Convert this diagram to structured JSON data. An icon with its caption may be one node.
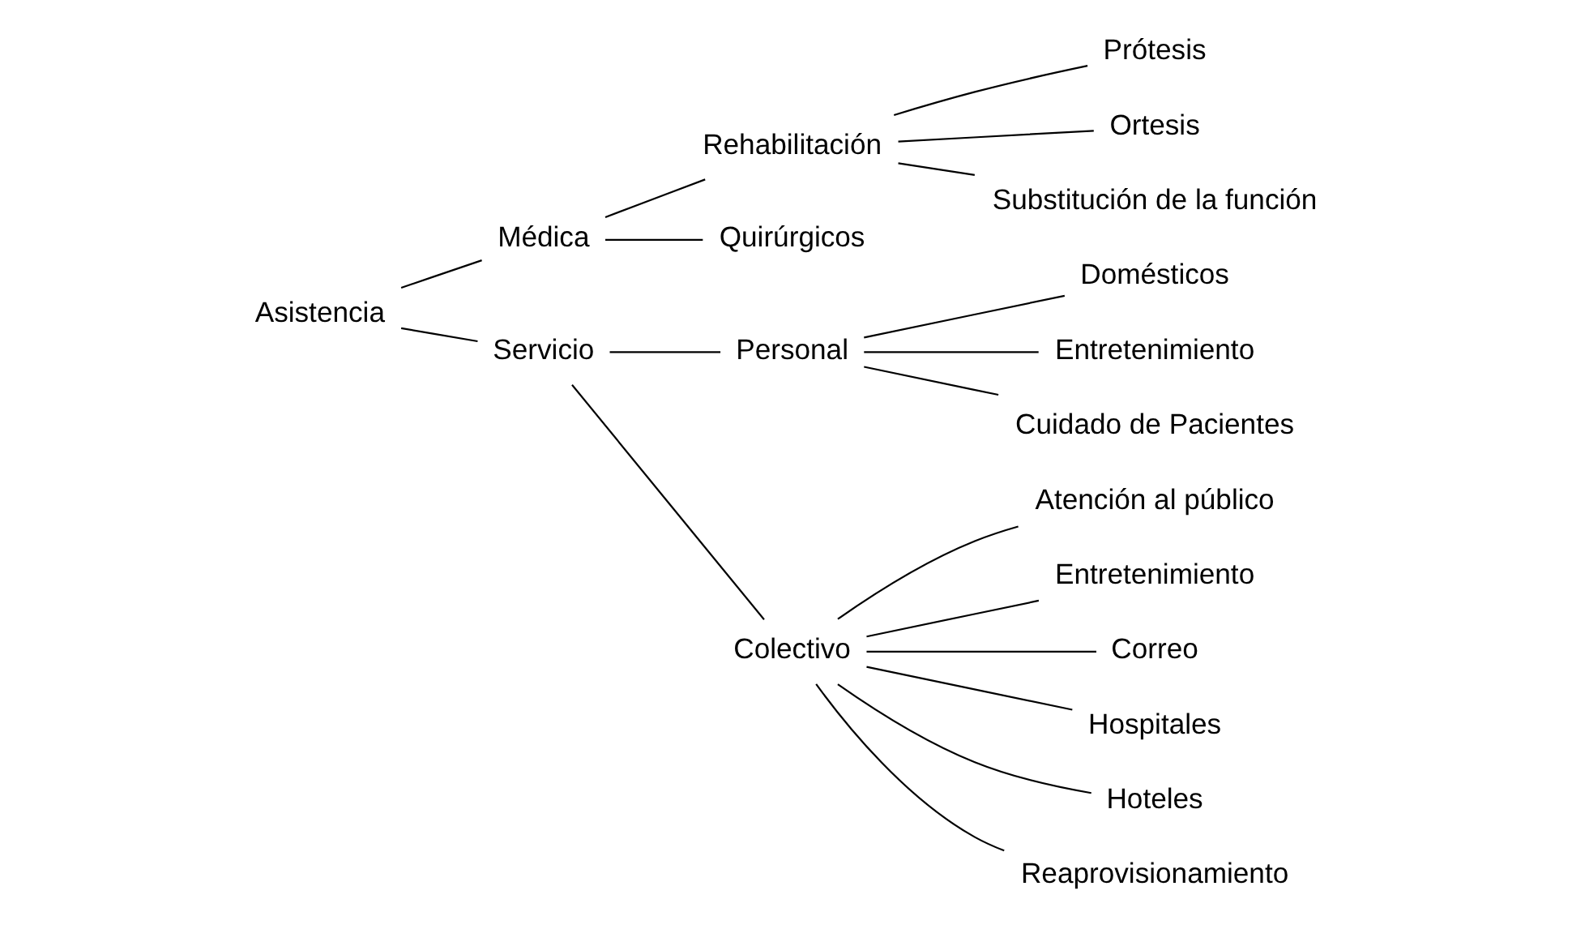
{
  "diagram": {
    "nodes": [
      {
        "text": [
          "Asistencia"
        ]
      },
      {
        "text": [
          "Médica"
        ]
      },
      {
        "text": [
          "Rehabilitación"
        ]
      },
      {
        "text": [
          "Prótesis"
        ]
      },
      {
        "text": [
          "Ortesis"
        ]
      },
      {
        "text": [
          "Substitución de la función"
        ]
      },
      {
        "text": [
          "Quirúrgicos"
        ]
      },
      {
        "text": [
          "Servicio"
        ]
      },
      {
        "text": [
          "Personal"
        ]
      },
      {
        "text": [
          "Domésticos"
        ]
      },
      {
        "text": [
          "Entretenimiento"
        ]
      },
      {
        "text": [
          "Cuidado de Pacientes"
        ]
      },
      {
        "text": [
          "Colectivo"
        ]
      },
      {
        "text": [
          "Atención al público"
        ]
      },
      {
        "text": [
          "Entretenimiento"
        ]
      },
      {
        "text": [
          "Correo"
        ]
      },
      {
        "text": [
          "Hospitales"
        ]
      },
      {
        "text": [
          "Hoteles"
        ]
      },
      {
        "text": [
          "Reaprovisionamiento"
        ]
      }
    ],
    "edges": [
      {
        "from": 0,
        "to": 1,
        "arrow": "none"
      },
      {
        "from": 0,
        "to": 7,
        "arrow": "none"
      },
      {
        "from": 1,
        "to": 2,
        "arrow": "none"
      },
      {
        "from": 1,
        "to": 6,
        "arrow": "none"
      },
      {
        "from": 2,
        "to": 3,
        "arrow": "none"
      },
      {
        "from": 2,
        "to": 4,
        "arrow": "none"
      },
      {
        "from": 2,
        "to": 5,
        "arrow": "none"
      },
      {
        "from": 7,
        "to": 8,
        "arrow": "none"
      },
      {
        "from": 7,
        "to": 12,
        "arrow": "none"
      },
      {
        "from": 8,
        "to": 9,
        "arrow": "none"
      },
      {
        "from": 8,
        "to": 10,
        "arrow": "none"
      },
      {
        "from": 8,
        "to": 11,
        "arrow": "none"
      },
      {
        "from": 12,
        "to": 13,
        "arrow": "none"
      },
      {
        "from": 12,
        "to": 14,
        "arrow": "none"
      },
      {
        "from": 12,
        "to": 15,
        "arrow": "none"
      },
      {
        "from": 12,
        "to": 16,
        "arrow": "none"
      },
      {
        "from": 12,
        "to": 17,
        "arrow": "none"
      },
      {
        "from": 12,
        "to": 18,
        "arrow": "none"
      }
    ]
  }
}
